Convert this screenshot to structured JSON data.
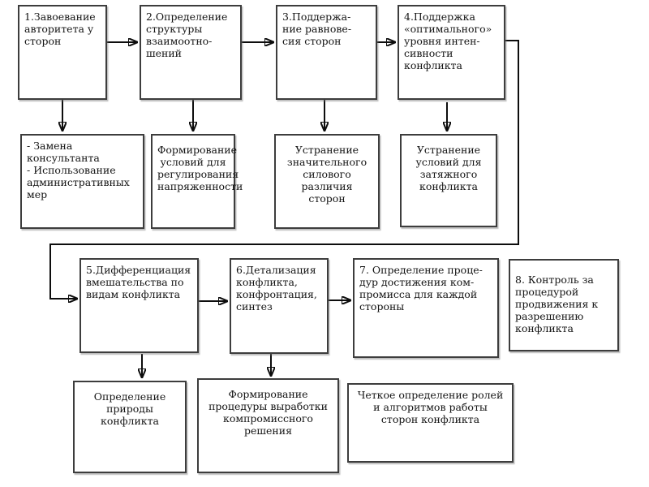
{
  "diagram": {
    "type": "flowchart",
    "language": "ru",
    "nodes": {
      "step1": {
        "text": "1.Завоевание\nавторитета у\nсторон"
      },
      "step2": {
        "text": "2.Определение\nструктуры\nвзаимоотно-\nшений"
      },
      "step3": {
        "text": "3.Поддержа-\nние равнове-\nсия сторон"
      },
      "step4": {
        "text": "4.Поддержка\n«оптимального»\nуровня интен-\nсивности\nконфликта"
      },
      "action1": {
        "text": "- Замена\nконсультанта\n- Использование\nадминистративных\nмер"
      },
      "action2": {
        "text": "Формирование\nусловий для\nрегулирования\nнапряженности"
      },
      "action3": {
        "text": "Устранение\nзначительного\nсилового\nразличия\nсторон"
      },
      "action4": {
        "text": "Устранение\nусловий для\nзатяжного\nконфликта"
      },
      "step5": {
        "text": "5.Дифференциация\nвмешательства по\nвидам конфликта"
      },
      "step6": {
        "text": "6.Детализация\nконфликта,\nконфронтация,\nсинтез"
      },
      "step7": {
        "text": "7. Определение проце-\nдур достижения ком-\nпромисса для каждой\nстороны"
      },
      "step8": {
        "text": "8. Контроль за\nпроцедурой\nпродвижения к\nразрешению\nконфликта"
      },
      "action5": {
        "text": "Определение\nприроды\nконфликта"
      },
      "action6": {
        "text": "Формирование\nпроцедуры выработки\nкомпромиссного\nрешения"
      },
      "action7": {
        "text": "Четкое определение ролей\nи алгоритмов работы\nсторон конфликта"
      }
    },
    "edges": [
      {
        "from": "step1",
        "to": "step2"
      },
      {
        "from": "step2",
        "to": "step3"
      },
      {
        "from": "step3",
        "to": "step4"
      },
      {
        "from": "step1",
        "to": "action1"
      },
      {
        "from": "step2",
        "to": "action2"
      },
      {
        "from": "step3",
        "to": "action3"
      },
      {
        "from": "step4",
        "to": "action4"
      },
      {
        "from": "step4",
        "to": "step5"
      },
      {
        "from": "step5",
        "to": "step6"
      },
      {
        "from": "step6",
        "to": "step7"
      },
      {
        "from": "step5",
        "to": "action5"
      },
      {
        "from": "step6",
        "to": "action6"
      }
    ]
  },
  "colors": {
    "page_bg": "#ffffff",
    "box_bg": "#ffffff",
    "box_border": "#3d3d3d",
    "arrow": "#0d0d0d",
    "text": "#141414"
  }
}
